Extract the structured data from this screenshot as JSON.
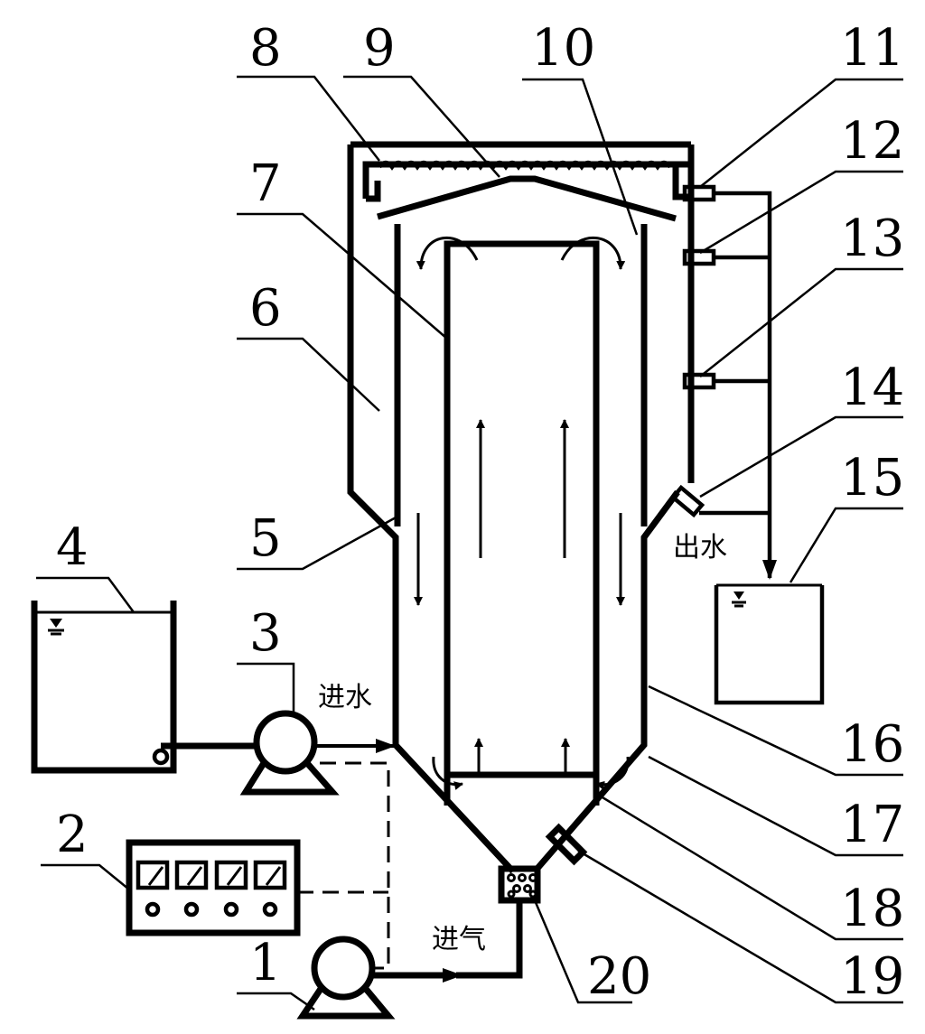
{
  "labels": {
    "n1": "1",
    "n2": "2",
    "n3": "3",
    "n4": "4",
    "n5": "5",
    "n6": "6",
    "n7": "7",
    "n8": "8",
    "n9": "9",
    "n10": "10",
    "n11": "11",
    "n12": "12",
    "n13": "13",
    "n14": "14",
    "n15": "15",
    "n16": "16",
    "n17": "17",
    "n18": "18",
    "n19": "19",
    "n20": "20"
  },
  "flow_text": {
    "water_in": "进水",
    "water_out": "出水",
    "air_in": "进气"
  },
  "colors": {
    "line": "#000000",
    "background": "#ffffff"
  }
}
